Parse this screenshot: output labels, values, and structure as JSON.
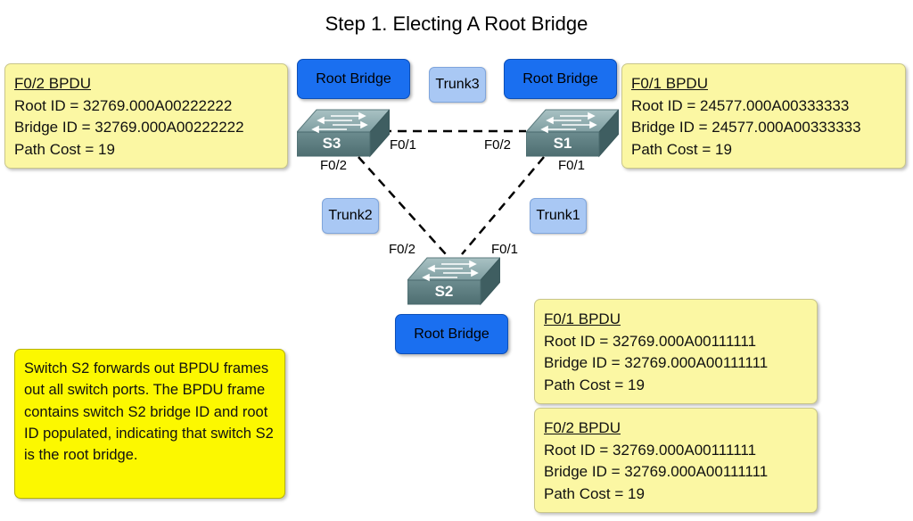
{
  "title": "Step 1. Electing A Root Bridge",
  "switches": {
    "s1": "S1",
    "s2": "S2",
    "s3": "S3"
  },
  "root_bridge_label": "Root Bridge",
  "trunks": {
    "trunk1": "Trunk1",
    "trunk2": "Trunk2",
    "trunk3": "Trunk3"
  },
  "ports": {
    "s3_f01": "F0/1",
    "s3_f02": "F0/2",
    "s1_f02": "F0/2",
    "s1_f01": "F0/1",
    "s2_f02": "F0/2",
    "s2_f01": "F0/1"
  },
  "bpdu_s3_f02": {
    "header": "F0/2 BPDU",
    "root_id": "Root ID = 32769.000A00222222",
    "bridge_id": "Bridge ID = 32769.000A00222222",
    "path_cost": "Path Cost = 19"
  },
  "bpdu_s1_f01": {
    "header": "F0/1 BPDU",
    "root_id": "Root ID = 24577.000A00333333",
    "bridge_id": "Bridge ID = 24577.000A00333333",
    "path_cost": "Path Cost = 19"
  },
  "bpdu_s2_f01": {
    "header": "F0/1 BPDU",
    "root_id": "Root ID = 32769.000A00111111",
    "bridge_id": "Bridge ID = 32769.000A00111111",
    "path_cost": "Path Cost = 19"
  },
  "bpdu_s2_f02": {
    "header": "F0/2 BPDU",
    "root_id": "Root ID = 32769.000A00111111",
    "bridge_id": "Bridge ID = 32769.000A00111111",
    "path_cost": "Path Cost = 19"
  },
  "note": "Switch S2 forwards out BPDU frames out all switch ports. The BPDU frame contains switch S2 bridge ID and root ID populated, indicating that switch S2 is the root bridge."
}
